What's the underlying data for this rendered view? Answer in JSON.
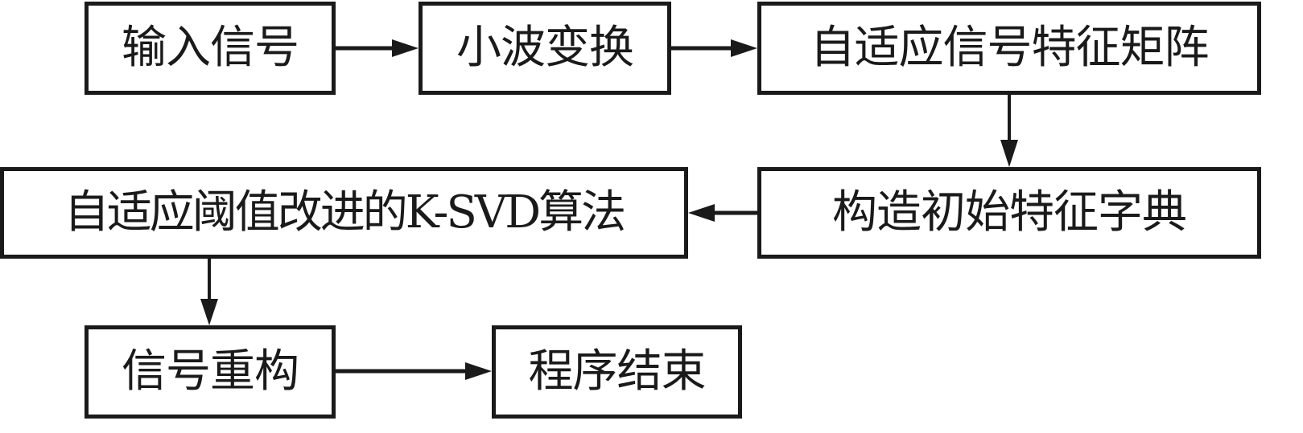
{
  "diagram": {
    "type": "flowchart",
    "nodes": [
      {
        "id": "input",
        "label": "输入信号"
      },
      {
        "id": "wavelet",
        "label": "小波变换"
      },
      {
        "id": "matrix",
        "label": "自适应信号特征矩阵"
      },
      {
        "id": "dict",
        "label": "构造初始特征字典"
      },
      {
        "id": "ksvd",
        "label": "自适应阈值改进的K-SVD算法"
      },
      {
        "id": "recon",
        "label": "信号重构"
      },
      {
        "id": "end",
        "label": "程序结束"
      }
    ],
    "edges": [
      {
        "from": "input",
        "to": "wavelet"
      },
      {
        "from": "wavelet",
        "to": "matrix"
      },
      {
        "from": "matrix",
        "to": "dict"
      },
      {
        "from": "dict",
        "to": "ksvd"
      },
      {
        "from": "ksvd",
        "to": "recon"
      },
      {
        "from": "recon",
        "to": "end"
      }
    ],
    "colors": {
      "stroke": "#1a1a1a",
      "background": "#ffffff"
    }
  }
}
